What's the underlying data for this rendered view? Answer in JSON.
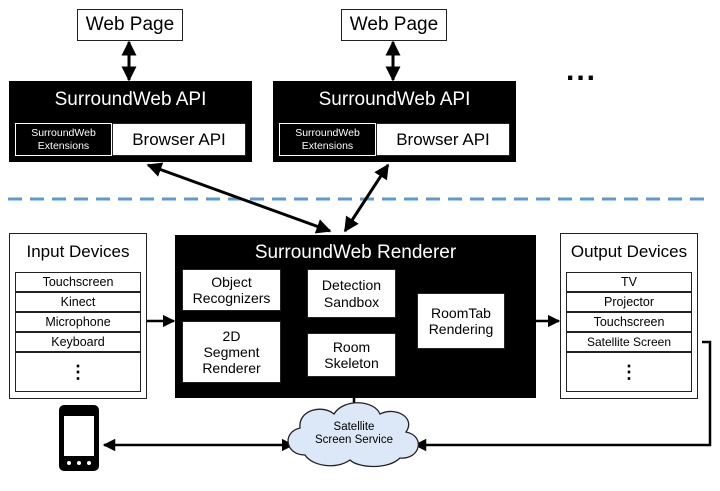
{
  "web_pages": {
    "left": "Web Page",
    "right": "Web Page",
    "more": "..."
  },
  "api_blocks": [
    {
      "title": "SurroundWeb API",
      "extensions": "SurroundWeb\nExtensions",
      "browser_api": "Browser API"
    },
    {
      "title": "SurroundWeb API",
      "extensions": "SurroundWeb\nExtensions",
      "browser_api": "Browser API"
    }
  ],
  "input_devices": {
    "title": "Input Devices",
    "items": [
      "Touchscreen",
      "Kinect",
      "Microphone",
      "Keyboard",
      "⋮"
    ]
  },
  "renderer": {
    "title": "SurroundWeb Renderer",
    "object_recognizers": "Object\nRecognizers",
    "segment_renderer": "2D\nSegment\nRenderer",
    "detection_sandbox": "Detection\nSandbox",
    "room_skeleton": "Room\nSkeleton",
    "roomtab_rendering": "RoomTab\nRendering"
  },
  "output_devices": {
    "title": "Output Devices",
    "items": [
      "TV",
      "Projector",
      "Touchscreen",
      "Satellite Screen",
      "⋮"
    ]
  },
  "satellite_service": "Satellite\nScreen Service",
  "colors": {
    "divider": "#5b9bd5",
    "cloud": "#dce8f7"
  }
}
